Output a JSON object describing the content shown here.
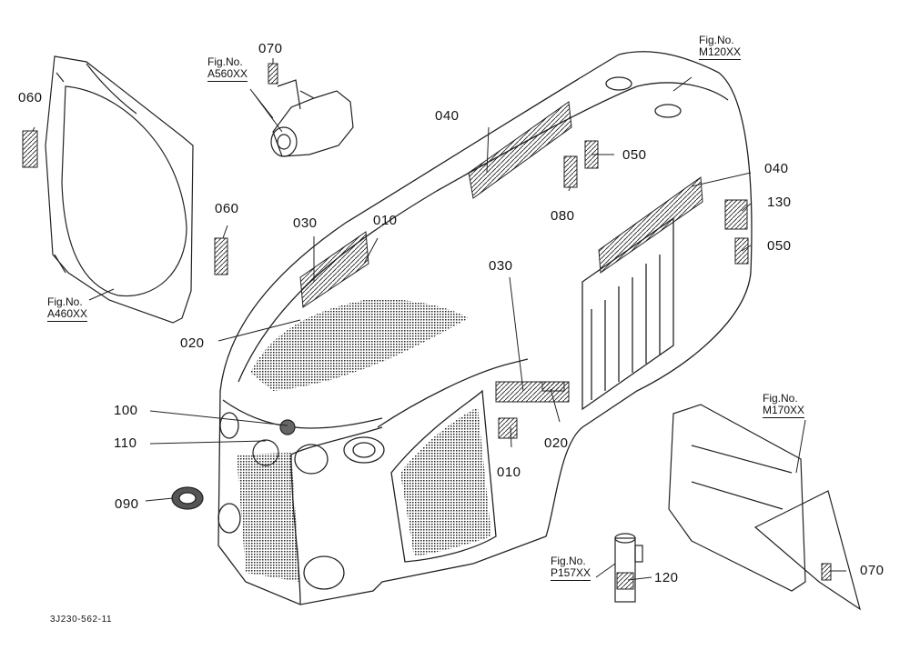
{
  "callouts": {
    "c070_top": "070",
    "c060_left": "060",
    "c060_right": "060",
    "c040_top": "040",
    "c050_top": "050",
    "c080": "080",
    "c040_right": "040",
    "c130": "130",
    "c050_right": "050",
    "c030_left": "030",
    "c010_left": "010",
    "c020_left": "020",
    "c030_mid": "030",
    "c100": "100",
    "c110": "110",
    "c090": "090",
    "c010_mid": "010",
    "c020_mid": "020",
    "c120": "120",
    "c070_right": "070"
  },
  "fig_refs": {
    "a560": {
      "prefix": "Fig.No.",
      "number": "A560XX"
    },
    "m120": {
      "prefix": "Fig.No.",
      "number": "M120XX"
    },
    "a460": {
      "prefix": "Fig.No.",
      "number": "A460XX"
    },
    "m170": {
      "prefix": "Fig.No.",
      "number": "M170XX"
    },
    "p157": {
      "prefix": "Fig.No.",
      "number": "P157XX"
    }
  },
  "drawing_code": "3J230-562-11"
}
